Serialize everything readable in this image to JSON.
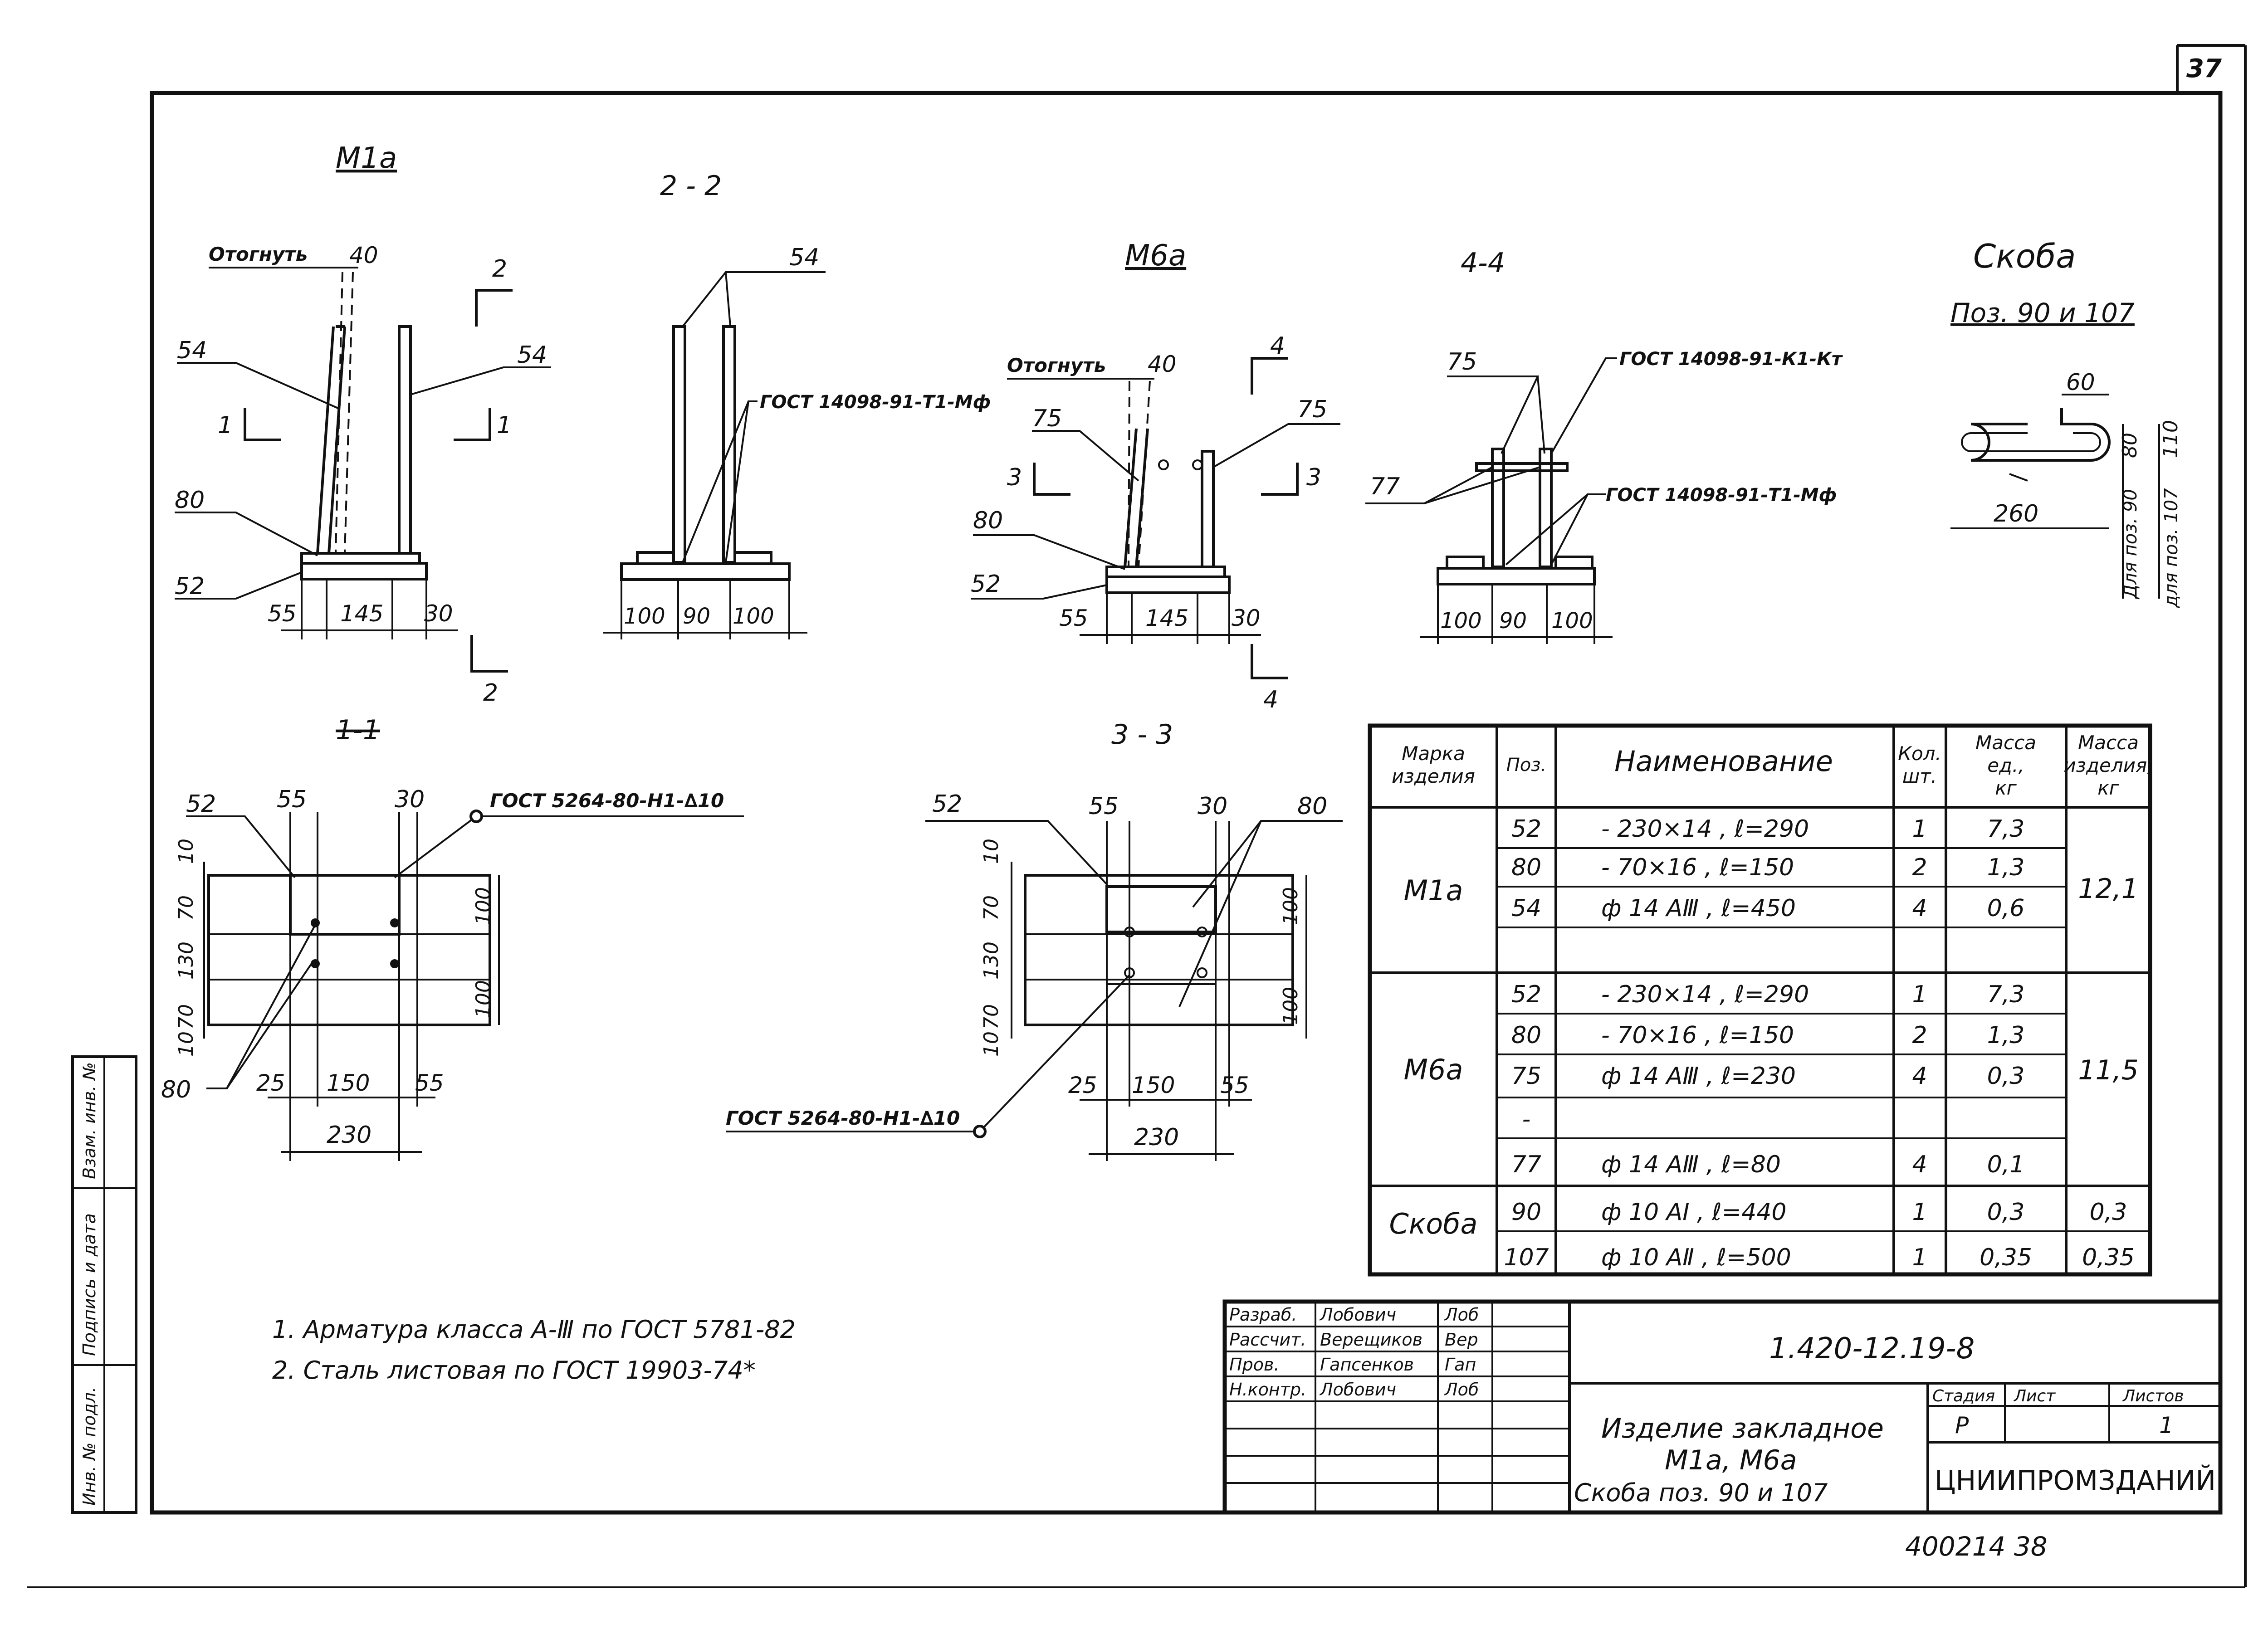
{
  "sheet": {
    "number": "37",
    "footer_stamp": "400214   38"
  },
  "views": {
    "m1a": {
      "title": "M1a",
      "bend_note": "Отогнуть",
      "bend_len": "40",
      "pos_bar_left": "54",
      "pos_bar_right": "54",
      "pos_plate_small": "80",
      "pos_plate_base": "52",
      "cut_1": "1",
      "cut_2": "2",
      "dims": [
        "55",
        "145",
        "30"
      ]
    },
    "s22": {
      "title": "2 - 2",
      "pos_bars": "54",
      "weld": "ГОСТ 14098-91-Т1-Мф",
      "dims": [
        "100",
        "90",
        "100"
      ]
    },
    "m6a": {
      "title": "M6a",
      "bend_note": "Отогнуть",
      "bend_len": "40",
      "pos_bar_left": "75",
      "pos_bar_right": "75",
      "pos_plate_small": "80",
      "pos_plate_base": "52",
      "cut_3": "3",
      "cut_4": "4",
      "dims": [
        "55",
        "145",
        "30"
      ]
    },
    "s44": {
      "title": "4-4",
      "pos_bar": "75",
      "pos_cross": "77",
      "weld_top": "ГОСТ 14098-91-К1-Кт",
      "weld_bottom": "ГОСТ 14098-91-Т1-Мф",
      "dims": [
        "100",
        "90",
        "100"
      ]
    },
    "bracket": {
      "title": "Скоба",
      "subtitle": "Поз. 90 и 107",
      "dim_hook": "60",
      "dim_len": "260",
      "dim_h_90": "80",
      "dim_h_107": "110",
      "note_90": "Для поз. 90",
      "note_107": "для поз. 107"
    },
    "s11": {
      "title": "1-1",
      "pos_base": "52",
      "pos_plate": "80",
      "weld": "ГОСТ 5264-80-Н1-∆10",
      "top_dims": [
        "55",
        "30"
      ],
      "left_dims": [
        "10",
        "70",
        "130",
        "70",
        "10"
      ],
      "right_dims": [
        "100",
        "100"
      ],
      "bottom_dims": [
        "25",
        "150",
        "55"
      ],
      "total": "230"
    },
    "s33": {
      "title": "3 - 3",
      "pos_base": "52",
      "pos_plate": "80",
      "weld": "ГОСТ 5264-80-Н1-∆10",
      "top_dims": [
        "55",
        "30"
      ],
      "left_dims": [
        "10",
        "70",
        "130",
        "70",
        "10"
      ],
      "right_dims": [
        "100",
        "100"
      ],
      "bottom_dims": [
        "25",
        "150",
        "55"
      ],
      "total": "230"
    }
  },
  "spec_table": {
    "headers": [
      "Марка изделия",
      "Поз.",
      "Наименование",
      "Кол. шт.",
      "Масса ед., кг",
      "Масса изделия, кг"
    ],
    "groups": [
      {
        "mark": "M1a",
        "mass": "12,1",
        "rows": [
          {
            "pos": "52",
            "name": "- 230×14 ,  ℓ=290",
            "qty": "1",
            "unit": "7,3"
          },
          {
            "pos": "80",
            "name": "- 70×16 ,  ℓ=150",
            "qty": "2",
            "unit": "1,3"
          },
          {
            "pos": "54",
            "name": "ф 14 АⅢ ,  ℓ=450",
            "qty": "4",
            "unit": "0,6"
          },
          {
            "pos": "",
            "name": "",
            "qty": "",
            "unit": ""
          }
        ]
      },
      {
        "mark": "M6a",
        "mass": "11,5",
        "rows": [
          {
            "pos": "52",
            "name": "- 230×14 ,  ℓ=290",
            "qty": "1",
            "unit": "7,3"
          },
          {
            "pos": "80",
            "name": "- 70×16 ,  ℓ=150",
            "qty": "2",
            "unit": "1,3"
          },
          {
            "pos": "75",
            "name": "ф 14 АⅢ ,  ℓ=230",
            "qty": "4",
            "unit": "0,3"
          },
          {
            "pos": "-",
            "name": "",
            "qty": "",
            "unit": ""
          },
          {
            "pos": "77",
            "name": "ф 14 АⅢ ,  ℓ=80",
            "qty": "4",
            "unit": "0,1"
          }
        ]
      },
      {
        "mark": "Скоба",
        "mass": "",
        "rows": [
          {
            "pos": "90",
            "name": "ф 10 АⅠ ,  ℓ=440",
            "qty": "1",
            "unit": "0,3",
            "mass": "0,3"
          },
          {
            "pos": "107",
            "name": "ф 10 АⅡ ,  ℓ=500",
            "qty": "1",
            "unit": "0,35",
            "mass": "0,35"
          }
        ]
      }
    ]
  },
  "notes": [
    "1. Арматура класса А-Ⅲ по ГОСТ 5781-82",
    "2. Сталь листовая по ГОСТ 19903-74*"
  ],
  "side_stamp": [
    "Инв. № подл.",
    "Подпись и дата",
    "Взам. инв. №"
  ],
  "title_block": {
    "doc_code": "1.420-12.19-8",
    "title_lines": [
      "Изделие закладное",
      "M1a, M6a",
      "Скоба поз. 90 и 107"
    ],
    "stage_header": "Стадия",
    "sheet_header": "Лист",
    "sheets_header": "Листов",
    "stage": "Р",
    "sheets": "1",
    "org": "ЦНИИПРОМЗДАНИЙ",
    "people": [
      {
        "role": "Разраб.",
        "name": "Лобович",
        "sign": "Лоб"
      },
      {
        "role": "Рассчит.",
        "name": "Верещиков",
        "sign": "Вер"
      },
      {
        "role": "Пров.",
        "name": "Гапсенков",
        "sign": "Гап"
      },
      {
        "role": "Н.контр.",
        "name": "Лобович",
        "sign": "Лоб"
      }
    ]
  }
}
